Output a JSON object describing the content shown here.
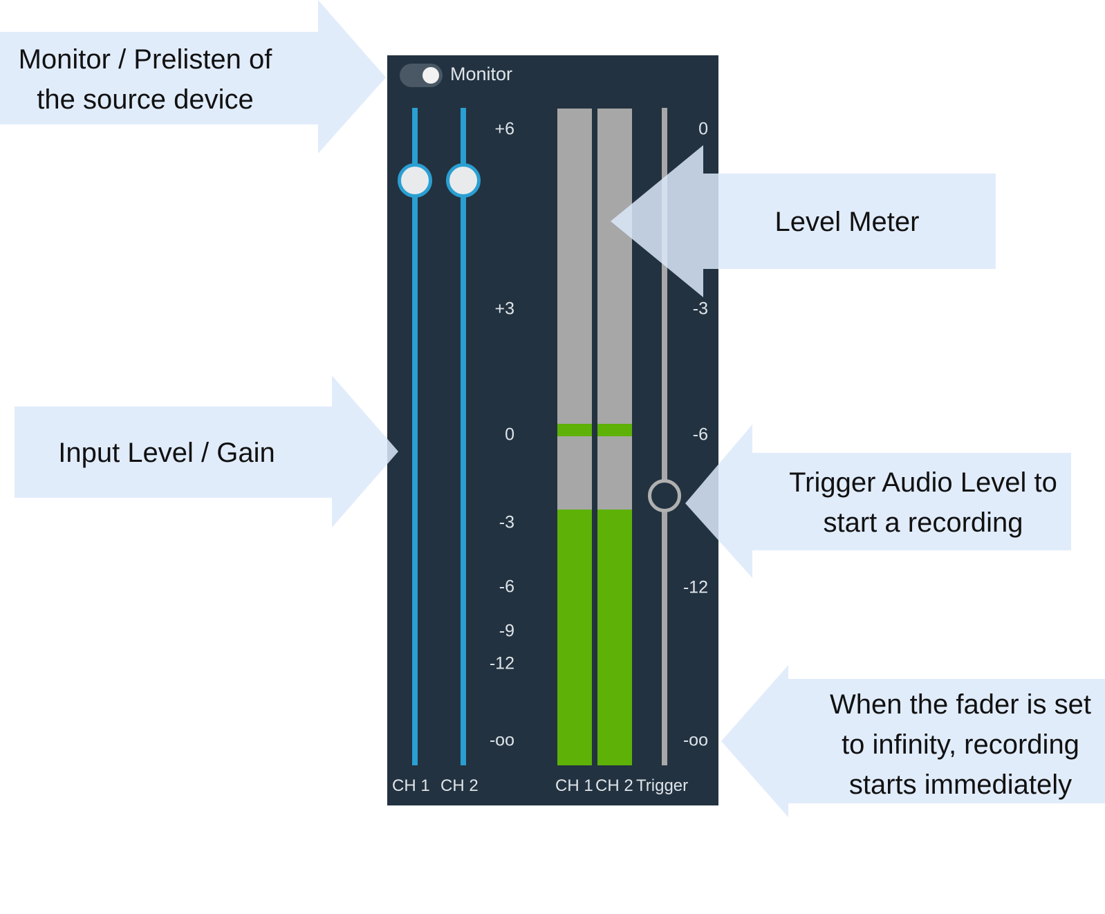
{
  "monitor": {
    "label": "Monitor",
    "enabled": true
  },
  "input_faders": {
    "ticks": [
      "+6",
      "+3",
      "0",
      "-3",
      "-6",
      "-9",
      "-12",
      "-oo"
    ],
    "channels": [
      {
        "label": "CH 1",
        "level_fraction": 0.11
      },
      {
        "label": "CH 2",
        "level_fraction": 0.11
      }
    ]
  },
  "meters": {
    "channels": [
      {
        "label": "CH 1",
        "level_fraction": 0.39,
        "peak_fraction": 0.48
      },
      {
        "label": "CH 2",
        "level_fraction": 0.39,
        "peak_fraction": 0.48
      }
    ]
  },
  "trigger": {
    "label": "Trigger",
    "ticks": [
      "0",
      "-3",
      "-6",
      "-12",
      "-oo"
    ],
    "level_fraction": 0.59
  },
  "colors": {
    "panel": "#233240",
    "fader": "#2a9fd2",
    "meter_bg": "#a7a7a7",
    "meter_fill": "#5db107",
    "callout": "#dce9fa"
  },
  "annotations": {
    "monitor": [
      "Monitor / Prelisten of",
      "the source device"
    ],
    "gain": [
      "Input Level / Gain"
    ],
    "meter": [
      "Level Meter"
    ],
    "trigger": [
      "Trigger Audio Level to",
      "start a recording"
    ],
    "infinity": [
      "When the fader is set",
      "to infinity, recording",
      "starts immediately"
    ]
  }
}
